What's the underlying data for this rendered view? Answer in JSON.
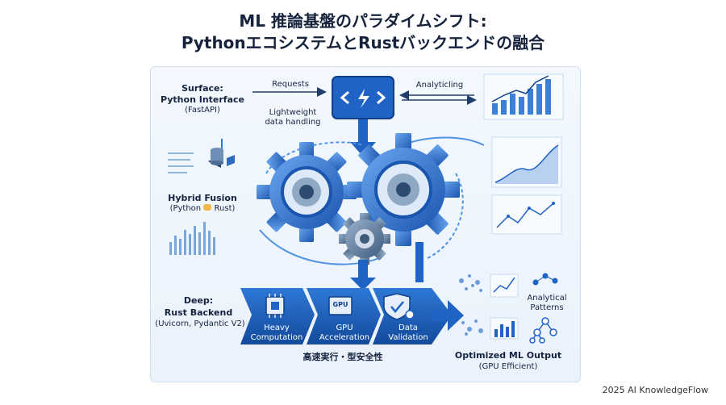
{
  "title": {
    "line1": "ML 推論基盤のパラダイムシフト:",
    "line2": "PythonエコシステムとRustバックエンドの融合"
  },
  "surface": {
    "heading1": "Surface:",
    "heading2": "Python Interface",
    "sub": "(FastAPI)"
  },
  "arrows": {
    "requests": "Requests",
    "analytic": "Analyticling",
    "lightweight1": "Lightweight",
    "lightweight2": "data handling"
  },
  "hybrid": {
    "heading": "Hybrid Fusion",
    "sub_left": "(Python",
    "sub_right": "Rust)"
  },
  "deep": {
    "heading1": "Deep:",
    "heading2": "Rust Backend",
    "sub": "(Uvicorn, Pydantic V2)"
  },
  "steps": [
    {
      "line1": "Heavy",
      "line2": "Computation"
    },
    {
      "line1": "GPU",
      "line2": "Acceleration",
      "chip": "GPU"
    },
    {
      "line1": "Data",
      "line2": "Validation"
    }
  ],
  "speed_label": "高速実行・型安全性",
  "analytical": {
    "line1": "Analytical",
    "line2": "Patterns"
  },
  "output": {
    "line1": "Optimized ML Output",
    "line2": "(GPU Efficient)"
  },
  "footer": "2025 AI KnowledgeFlow",
  "colors": {
    "primary": "#1f63c4",
    "dark": "#0f3f8a",
    "light": "#4f93e3",
    "text": "#16233d"
  }
}
